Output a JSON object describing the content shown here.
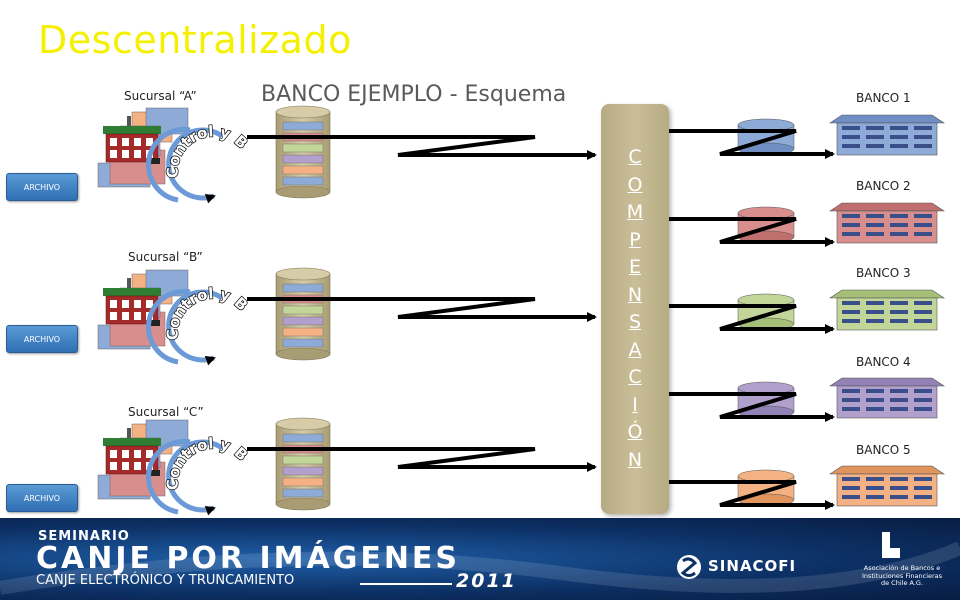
{
  "title": "Descentralizado",
  "subtitle": "BANCO EJEMPLO - Esquema",
  "branches": [
    {
      "label": "Sucursal “A”",
      "archivo": "ARCHIVO",
      "control": "Control y Balanceo"
    },
    {
      "label": "Sucursal “B”",
      "archivo": "ARCHIVO",
      "control": "Control y Balanceo"
    },
    {
      "label": "Sucursal “C”",
      "archivo": "ARCHIVO",
      "control": "Control y Balanceo"
    }
  ],
  "compensacion": [
    "C",
    "O",
    "M",
    "P",
    "E",
    "N",
    "S",
    "A",
    "C",
    "I",
    "Ó",
    "N"
  ],
  "banks": [
    {
      "label": "BANCO 1",
      "color": "#8eaad6",
      "roof": "#6f8fc4"
    },
    {
      "label": "BANCO 2",
      "color": "#d98e8e",
      "roof": "#c06f6f"
    },
    {
      "label": "BANCO 3",
      "color": "#c2d69a",
      "roof": "#a6bf78"
    },
    {
      "label": "BANCO 4",
      "color": "#b1a0cc",
      "roof": "#9282b5"
    },
    {
      "label": "BANCO 5",
      "color": "#f4b183",
      "roof": "#e0955e"
    }
  ],
  "colors": {
    "title": "#f5f000",
    "bank_building_stripe": "#3a4f8a"
  },
  "footer": {
    "seminario": "SEMINARIO",
    "main": "CANJE POR IMÁGENES",
    "sub": "CANJE ELECTRÓNICO Y TRUNCAMIENTO",
    "year": "2011",
    "sinacofi": "SINACOFI",
    "asociacion": "Asociación de Bancos e Instituciones Financieras de Chile A.G."
  }
}
